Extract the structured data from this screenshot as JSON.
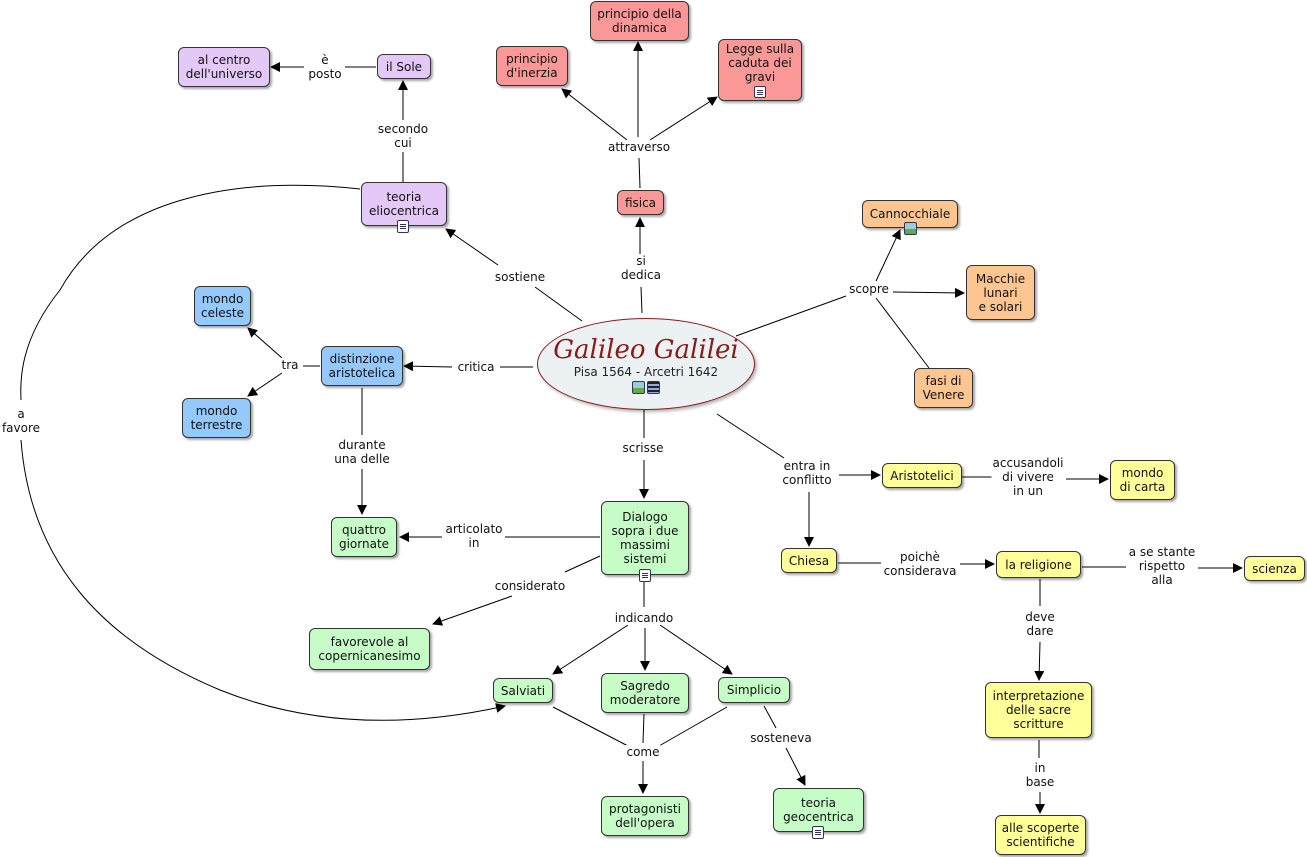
{
  "colors": {
    "red": "#fa9898",
    "purple": "#e4c9f8",
    "blue": "#95c8fb",
    "orange": "#fdc691",
    "yellow": "#ffff99",
    "green": "#c6fcc6",
    "line": "#000000"
  },
  "root": {
    "title": "Galileo Galilei",
    "subtitle": "Pisa 1564 - Arcetri 1642"
  },
  "nodes": {
    "principio_dinamica": "principio della\ndinamica",
    "principio_inerzia": "principio\nd'inerzia",
    "legge_caduta": "Legge sulla\ncaduta dei\ngravi",
    "fisica": "fisica",
    "al_centro": "al centro\ndell'universo",
    "il_sole": "il Sole",
    "teoria_eliocentrica": "teoria\neliocentrica",
    "cannocchiale": "Cannocchiale",
    "macchie_lunari": "Macchie\nlunari\ne solari",
    "fasi_venere": "fasi di\nVenere",
    "mondo_celeste": "mondo\nceleste",
    "distinzione": "distinzione\naristotelica",
    "mondo_terrestre": "mondo\nterrestre",
    "quattro_giornate": "quattro\ngiornate",
    "dialogo": "Dialogo\nsopra i due\nmassimi\nsistemi",
    "favorevole": "favorevole al\ncopernicanesimo",
    "salviati": "Salviati",
    "sagredo": "Sagredo\nmoderatore",
    "simplicio": "Simplicio",
    "protagonisti": "protagonisti\ndell'opera",
    "teoria_geocentrica": "teoria\ngeocentrica",
    "aristotelici": "Aristotelici",
    "mondo_carta": "mondo\ndi carta",
    "chiesa": "Chiesa",
    "la_religione": "la religione",
    "scienza": "scienza",
    "interpretazione": "interpretazione\ndelle sacre\nscritture",
    "scoperte": "alle scoperte\nscientifiche"
  },
  "links": {
    "e_posto": "è\nposto",
    "secondo_cui": "secondo\ncui",
    "attraverso": "attraverso",
    "si_dedica": "si\ndedica",
    "sostiene": "sostiene",
    "scopre": "scopre",
    "critica": "critica",
    "tra": "tra",
    "durante": "durante\nuna delle",
    "a_favore": "a\nfavore",
    "scrisse": "scrisse",
    "articolato": "articolato\nin",
    "considerato": "considerato",
    "indicando": "indicando",
    "come": "come",
    "sosteneva": "sosteneva",
    "entra_conflitto": "entra in\nconflitto",
    "accusandoli": "accusandoli\ndi vivere\nin un",
    "poiche": "poichè\nconsiderava",
    "a_se_stante": "a se stante\nrispetto\nalla",
    "deve_dare": "deve\ndare",
    "in_base": "in\nbase"
  },
  "icons": [
    "document-icon",
    "image-icon",
    "video-icon"
  ]
}
